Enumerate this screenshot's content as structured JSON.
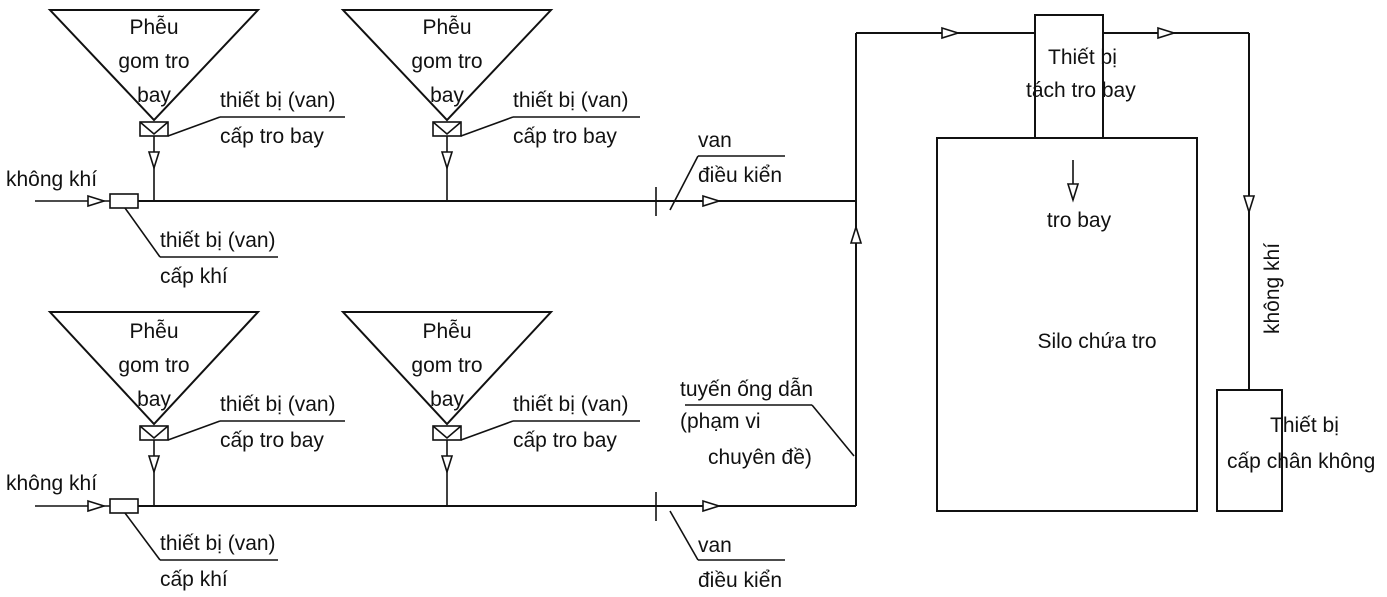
{
  "hopper": {
    "line1": "Phễu",
    "line2": "gom tro",
    "line3": "bay"
  },
  "feeder_valve": {
    "line1": "thiết bị (van)",
    "line2": "cấp tro bay"
  },
  "air_valve": {
    "line1": "thiết bị (van)",
    "line2": "cấp khí"
  },
  "air_label": "không khí",
  "control_valve": {
    "line1": "van",
    "line2": "điều kiển"
  },
  "pipeline": {
    "line1": "tuyến ống dẫn",
    "line2": "(phạm vi",
    "line3": "chuyên đề)"
  },
  "separator": {
    "line1": "Thiết bị",
    "line2": "tách tro bay"
  },
  "fly_ash": "tro bay",
  "silo": "Silo chứa tro",
  "vacuum": {
    "line1": "Thiết bị",
    "line2": "cấp chân không"
  },
  "vacuum_air": "không khí"
}
